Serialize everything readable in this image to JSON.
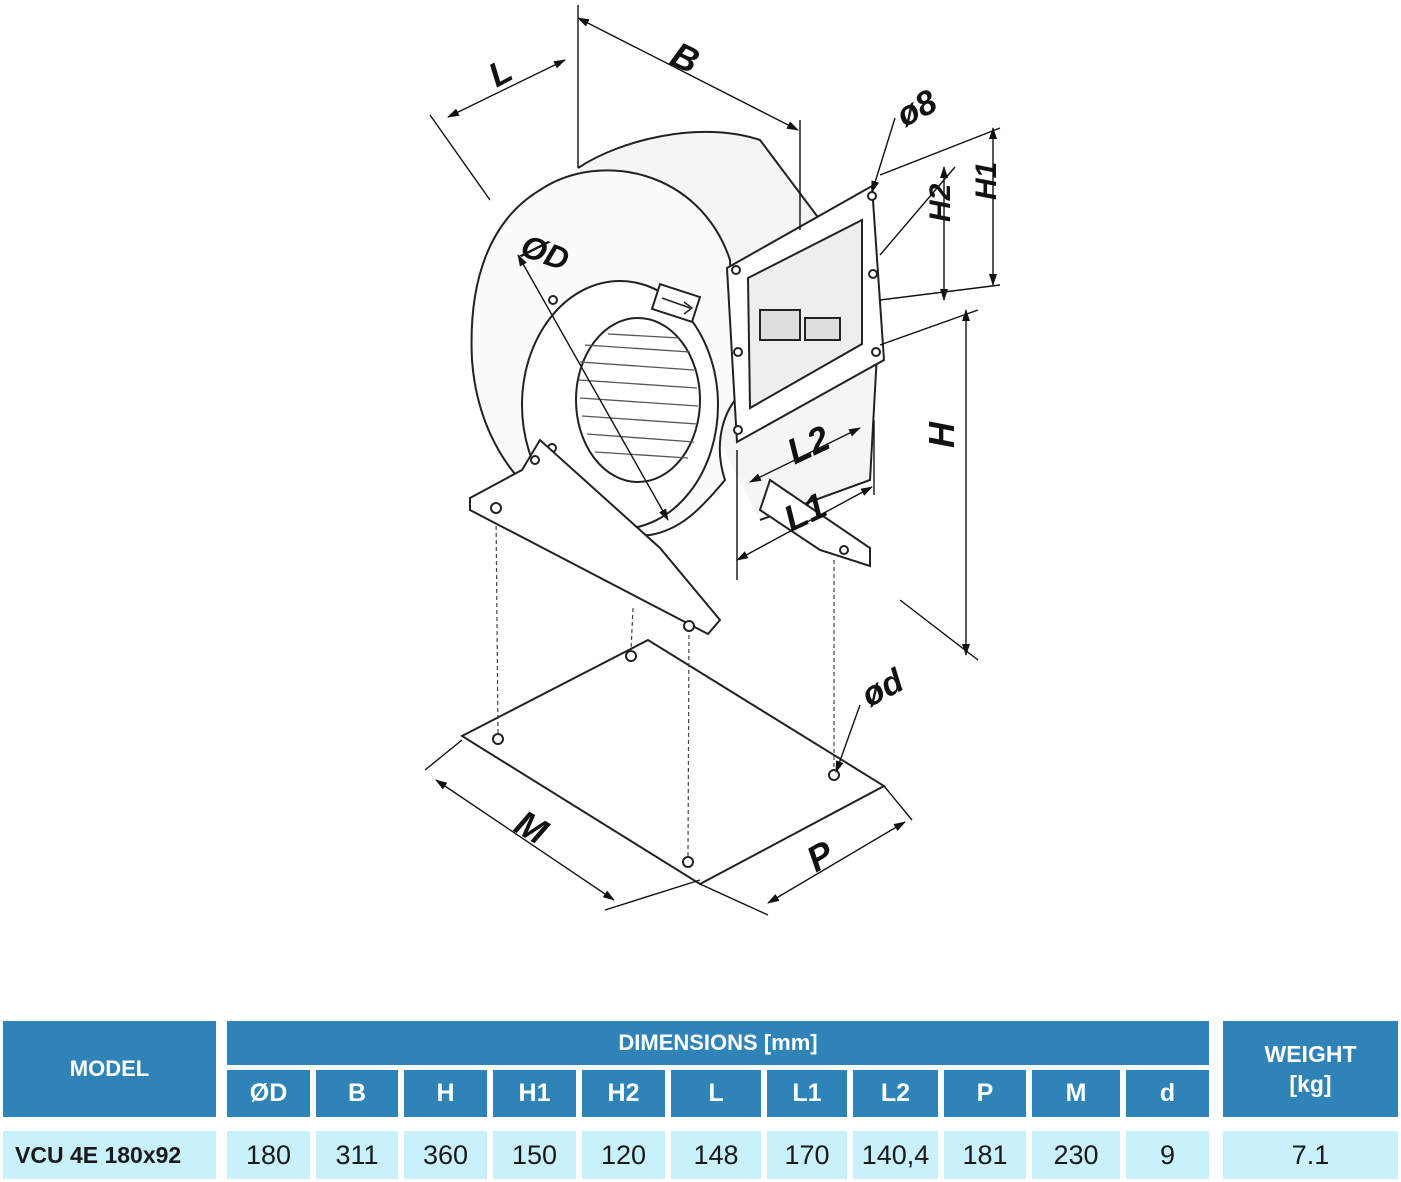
{
  "diagram": {
    "labels": {
      "L": "L",
      "B": "B",
      "D": "ØD",
      "hole": "ø8",
      "H2": "H2",
      "H1": "H1",
      "H": "H",
      "L2": "L2",
      "L1": "L1",
      "d": "ød",
      "M": "M",
      "P": "P"
    }
  },
  "table": {
    "model_header": "MODEL",
    "dimensions_header": "DIMENSIONS [mm]",
    "weight_header_line1": "WEIGHT",
    "weight_header_line2": "[kg]",
    "columns": [
      "ØD",
      "B",
      "H",
      "H1",
      "H2",
      "L",
      "L1",
      "L2",
      "P",
      "M",
      "d"
    ],
    "row": {
      "model": "VCU 4E 180x92",
      "values": [
        "180",
        "311",
        "360",
        "150",
        "120",
        "148",
        "170",
        "140,4",
        "181",
        "230",
        "9"
      ],
      "weight": "7.1"
    }
  }
}
